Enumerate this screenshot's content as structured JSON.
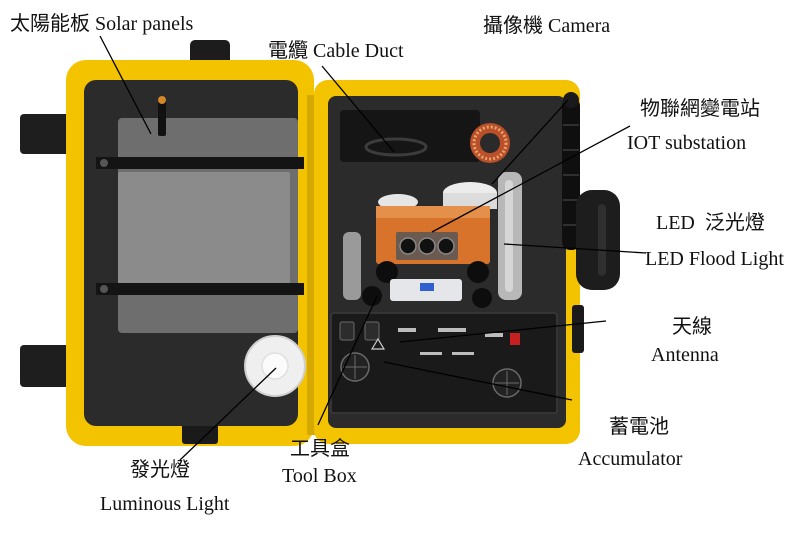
{
  "annotations": {
    "solar_panels": "太陽能板 Solar panels",
    "cable_duct": "電纜 Cable Duct",
    "camera": "攝像機 Camera",
    "iot_zh": "物聯網變電站",
    "iot_en": "IOT substation",
    "led_zh": "LED  泛光燈",
    "led_en": "LED Flood Light",
    "antenna_zh": "天線",
    "antenna_en": "Antenna",
    "accumulator_zh": "蓄電池",
    "accumulator_en": "Accumulator",
    "toolbox_zh": "工具盒",
    "toolbox_en": "Tool Box",
    "luminous_zh": "發光燈",
    "luminous_en": "Luminous Light"
  },
  "colors": {
    "case_yellow": "#f3c300",
    "foam": "#2b2b2b",
    "orange_box": "#d8732c",
    "leader_line": "#000000"
  }
}
